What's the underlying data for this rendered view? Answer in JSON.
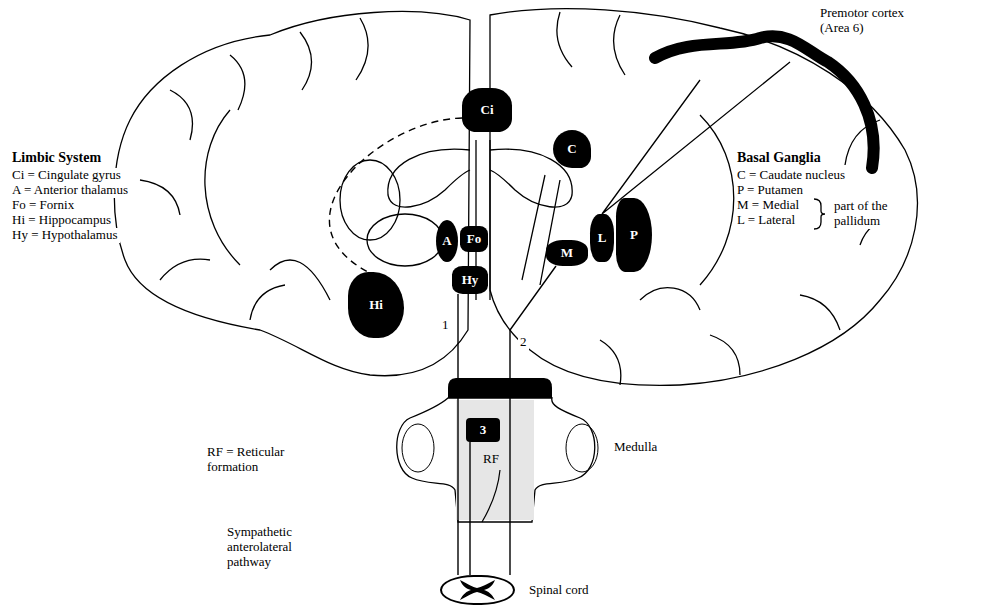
{
  "diagram": {
    "nodes": [
      {
        "text": [
          "Ci"
        ]
      },
      {
        "text": [
          "A"
        ]
      },
      {
        "text": [
          "Fo"
        ]
      },
      {
        "text": [
          "Hi"
        ]
      },
      {
        "text": [
          "Hy"
        ]
      },
      {
        "text": [
          "C"
        ]
      },
      {
        "text": [
          "P"
        ]
      },
      {
        "text": [
          "L"
        ]
      },
      {
        "text": [
          "M"
        ]
      },
      {
        "text": [
          "3"
        ]
      },
      {
        "text": [
          "Spinal cord"
        ]
      }
    ],
    "edges": [
      {
        "from": 4,
        "to": 10,
        "label": "1",
        "arrow": "none"
      },
      {
        "from": 8,
        "to": 10,
        "label": "2",
        "arrow": "none"
      },
      {
        "from": 0,
        "to": 3,
        "arrow": "none"
      },
      {
        "from": 9,
        "to": 10,
        "arrow": "none"
      }
    ],
    "labels": [
      "Premotor cortex (Area 6)",
      "Limbic System",
      "Ci = Cingulate gyrus",
      "A = Anterior thalamus",
      "Fo = Fornix",
      "Hi = Hippocampus",
      "Hy = Hypothalamus",
      "Basal Ganglia",
      "C = Caudate nucleus",
      "P = Putamen",
      "M = Medial",
      "L = Lateral",
      "part of the pallidum",
      "RF = Reticular formation",
      "RF",
      "Medulla",
      "Sympathetic anterolateral pathway"
    ]
  }
}
